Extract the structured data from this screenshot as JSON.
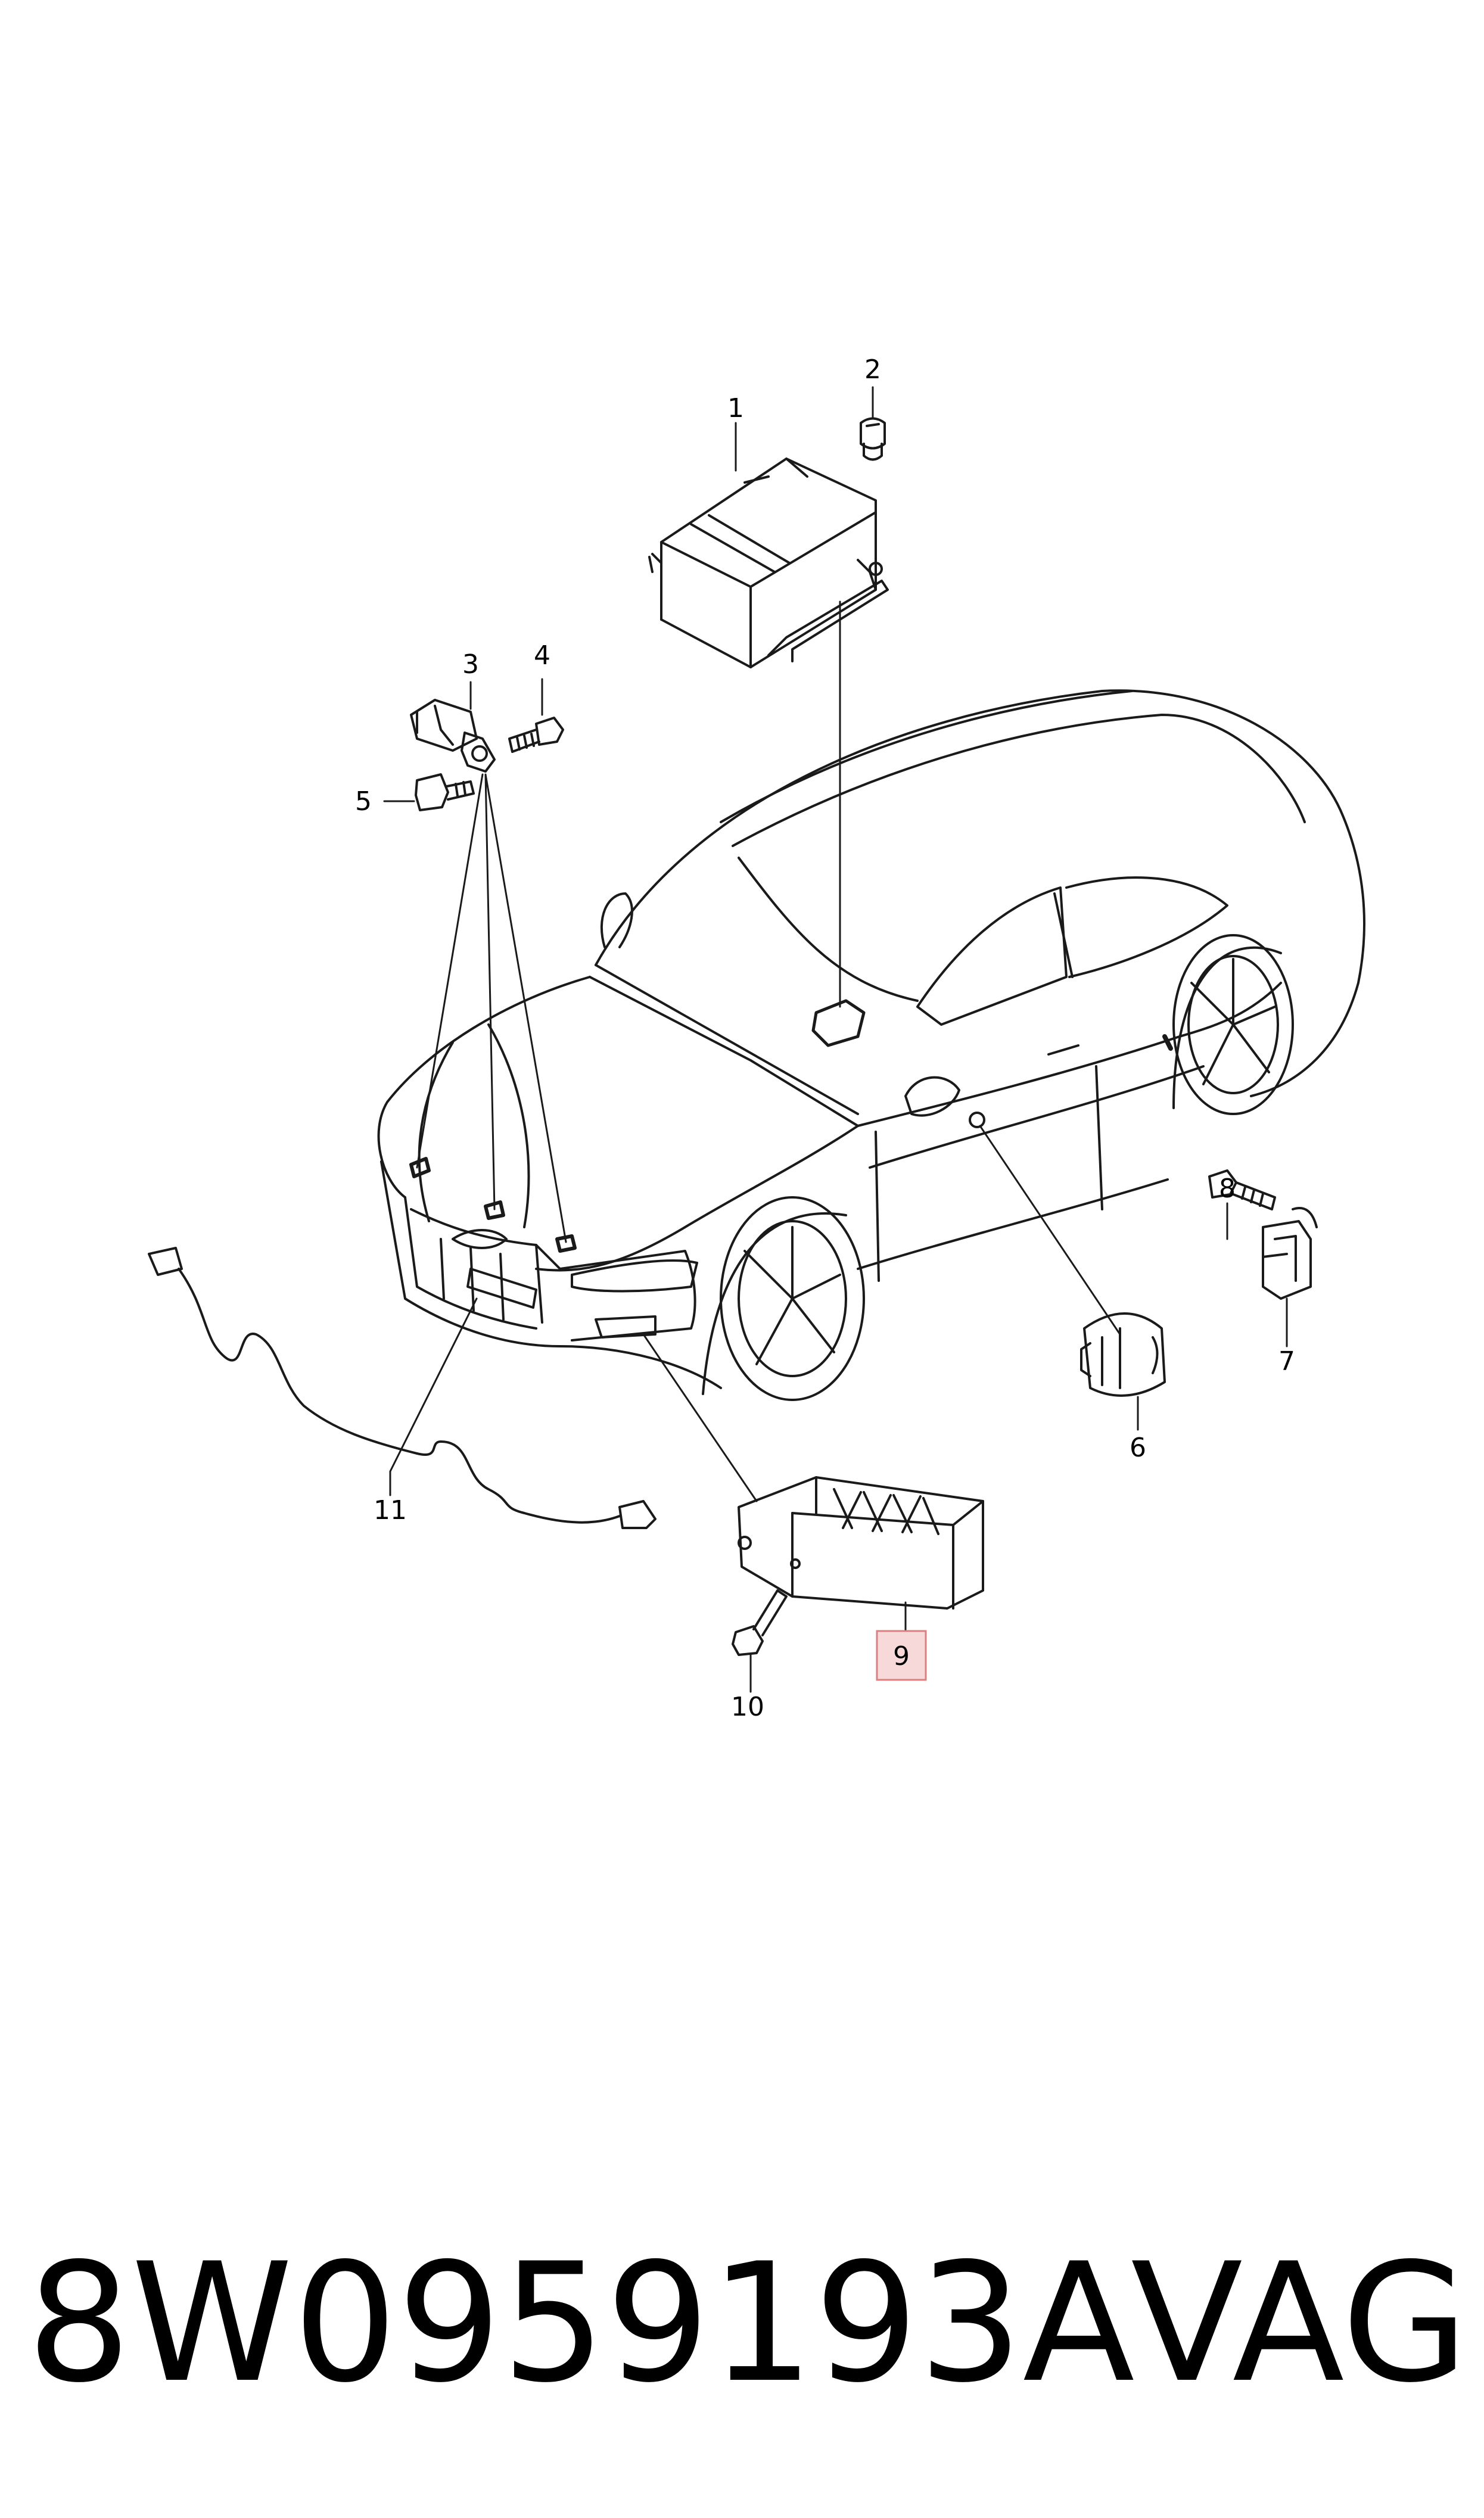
{
  "callouts": [
    {
      "id": "1",
      "text": "1"
    },
    {
      "id": "2",
      "text": "2"
    },
    {
      "id": "3",
      "text": "3"
    },
    {
      "id": "4",
      "text": "4"
    },
    {
      "id": "5",
      "text": "5"
    },
    {
      "id": "6",
      "text": "6"
    },
    {
      "id": "7",
      "text": "7"
    },
    {
      "id": "8",
      "text": "8"
    },
    {
      "id": "9",
      "text": "9",
      "highlighted": true
    },
    {
      "id": "10",
      "text": "10"
    },
    {
      "id": "11",
      "text": "11"
    }
  ],
  "colors": {
    "line": "#1a1a1a",
    "highlight_box": "#f7d9d9",
    "highlight_border": "#d98080"
  },
  "part": {
    "number": "8W0959193A",
    "brand": "VAG"
  }
}
